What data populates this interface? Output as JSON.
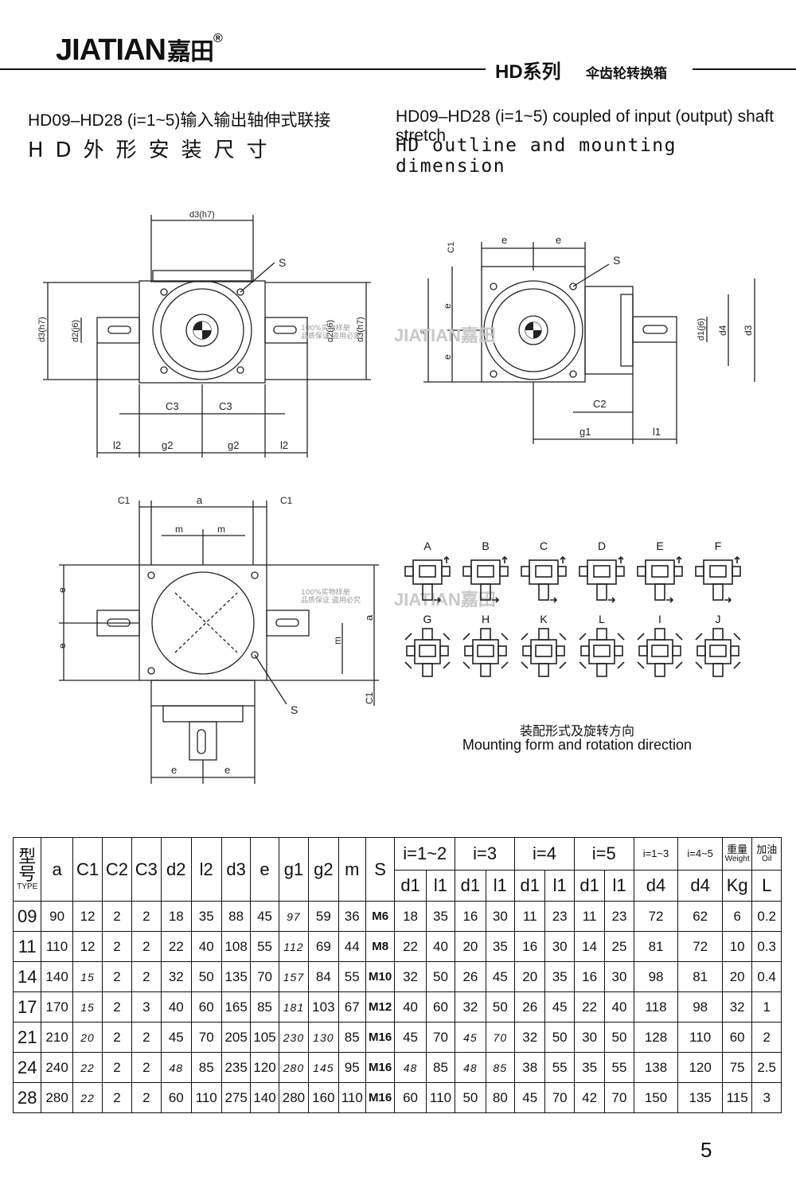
{
  "header": {
    "brand": "JIATIAN",
    "brand_cn": "嘉田",
    "registered": "®",
    "series": "HD系列",
    "series_sub": "伞齿轮转换箱"
  },
  "titles": {
    "cn_line1": "HD09–HD28 (i=1~5)输入输出轴伸式联接",
    "cn_line2": "HD外形安装尺寸",
    "en_line1": "HD09–HD28 (i=1~5) coupled of input (output) shaft stretch",
    "en_line2": "HD outline and mounting dimension"
  },
  "watermark": {
    "brand": "JIATIAN嘉田",
    "line1": "100%实物样册",
    "line2": "品质保证 盗用必究"
  },
  "drawing_labels": {
    "d3h7": "d3(h7)",
    "s": "S",
    "d2j6": "d2(j6)",
    "c3": "C3",
    "l2": "l2",
    "g2": "g2",
    "e": "e",
    "c1": "C1",
    "a": "a",
    "c2": "C2",
    "g1": "g1",
    "l1": "l1",
    "d1j6": "d1(j6)",
    "d4": "d4",
    "d3": "d3",
    "m": "m"
  },
  "mounting": {
    "forms_row1": [
      "A",
      "B",
      "C",
      "D",
      "E",
      "F"
    ],
    "forms_row2": [
      "G",
      "H",
      "K",
      "L",
      "I",
      "J"
    ],
    "title_cn": "装配形式及旋转方向",
    "title_en": "Mounting form and rotation direction"
  },
  "table": {
    "header_type_cn": "型号",
    "header_type_en": "TYPE",
    "cols": [
      "a",
      "C1",
      "C2",
      "C3",
      "d2",
      "l2",
      "d3",
      "e",
      "g1",
      "g2",
      "m",
      "S"
    ],
    "ratio_groups": [
      "i=1~2",
      "i=3",
      "i=4",
      "i=5",
      "i=1~3",
      "i=4~5"
    ],
    "weight_cn": "重量",
    "weight_en": "Weight",
    "oil_cn": "加油",
    "oil_en": "Oil",
    "sub_cols": [
      "d1",
      "l1",
      "d1",
      "l1",
      "d1",
      "l1",
      "d1",
      "l1",
      "d4",
      "d4",
      "Kg",
      "L"
    ],
    "rows": [
      [
        "09",
        "90",
        "12",
        "2",
        "2",
        "18",
        "35",
        "88",
        "45",
        "97",
        "59",
        "36",
        "M6",
        "18",
        "35",
        "16",
        "30",
        "11",
        "23",
        "11",
        "23",
        "72",
        "62",
        "6",
        "0.2"
      ],
      [
        "11",
        "110",
        "12",
        "2",
        "2",
        "22",
        "40",
        "108",
        "55",
        "112",
        "69",
        "44",
        "M8",
        "22",
        "40",
        "20",
        "35",
        "16",
        "30",
        "14",
        "25",
        "81",
        "72",
        "10",
        "0.3"
      ],
      [
        "14",
        "140",
        "15",
        "2",
        "2",
        "32",
        "50",
        "135",
        "70",
        "157",
        "84",
        "55",
        "M10",
        "32",
        "50",
        "26",
        "45",
        "20",
        "35",
        "16",
        "30",
        "98",
        "81",
        "20",
        "0.4"
      ],
      [
        "17",
        "170",
        "15",
        "2",
        "3",
        "40",
        "60",
        "165",
        "85",
        "181",
        "103",
        "67",
        "M12",
        "40",
        "60",
        "32",
        "50",
        "26",
        "45",
        "22",
        "40",
        "118",
        "98",
        "32",
        "1"
      ],
      [
        "21",
        "210",
        "20",
        "2",
        "2",
        "45",
        "70",
        "205",
        "105",
        "230",
        "130",
        "85",
        "M16",
        "45",
        "70",
        "45",
        "70",
        "32",
        "50",
        "30",
        "50",
        "128",
        "110",
        "60",
        "2"
      ],
      [
        "24",
        "240",
        "22",
        "2",
        "2",
        "48",
        "85",
        "235",
        "120",
        "280",
        "145",
        "95",
        "M16",
        "48",
        "85",
        "48",
        "85",
        "38",
        "55",
        "35",
        "55",
        "138",
        "120",
        "75",
        "2.5"
      ],
      [
        "28",
        "280",
        "22",
        "2",
        "2",
        "60",
        "110",
        "275",
        "140",
        "280",
        "160",
        "110",
        "M16",
        "60",
        "110",
        "50",
        "80",
        "45",
        "70",
        "42",
        "70",
        "150",
        "135",
        "115",
        "3"
      ]
    ]
  },
  "page_number": "5"
}
